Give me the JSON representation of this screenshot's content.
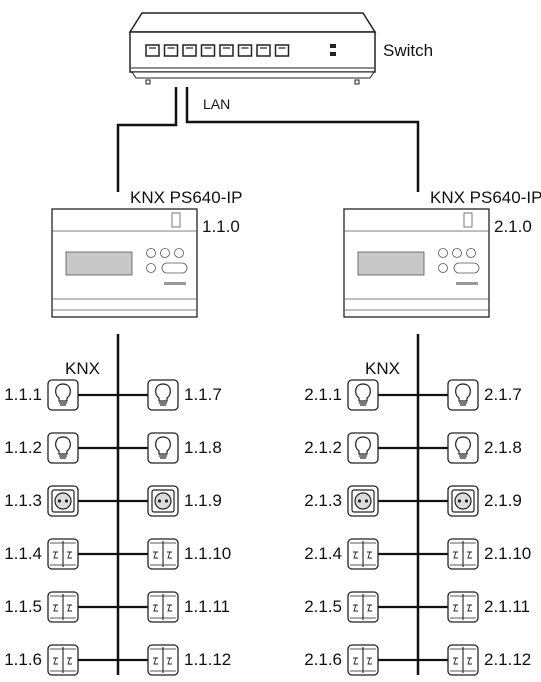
{
  "switch": {
    "label": "Switch"
  },
  "lan": {
    "label": "LAN"
  },
  "lines": [
    {
      "device": "KNX PS640-IP",
      "address": "1.1.0",
      "bus": "KNX",
      "left": [
        {
          "address": "1.1.1",
          "type": "lamp"
        },
        {
          "address": "1.1.2",
          "type": "lamp"
        },
        {
          "address": "1.1.3",
          "type": "socket"
        },
        {
          "address": "1.1.4",
          "type": "switch"
        },
        {
          "address": "1.1.5",
          "type": "switch"
        },
        {
          "address": "1.1.6",
          "type": "switch"
        }
      ],
      "right": [
        {
          "address": "1.1.7",
          "type": "lamp"
        },
        {
          "address": "1.1.8",
          "type": "lamp"
        },
        {
          "address": "1.1.9",
          "type": "socket"
        },
        {
          "address": "1.1.10",
          "type": "switch"
        },
        {
          "address": "1.1.11",
          "type": "switch"
        },
        {
          "address": "1.1.12",
          "type": "switch"
        }
      ]
    },
    {
      "device": "KNX PS640-IP",
      "address": "2.1.0",
      "bus": "KNX",
      "left": [
        {
          "address": "2.1.1",
          "type": "lamp"
        },
        {
          "address": "2.1.2",
          "type": "lamp"
        },
        {
          "address": "2.1.3",
          "type": "socket"
        },
        {
          "address": "2.1.4",
          "type": "switch"
        },
        {
          "address": "2.1.5",
          "type": "switch"
        },
        {
          "address": "2.1.6",
          "type": "switch"
        }
      ],
      "right": [
        {
          "address": "2.1.7",
          "type": "lamp"
        },
        {
          "address": "2.1.8",
          "type": "lamp"
        },
        {
          "address": "2.1.9",
          "type": "socket"
        },
        {
          "address": "2.1.10",
          "type": "switch"
        },
        {
          "address": "2.1.11",
          "type": "switch"
        },
        {
          "address": "2.1.12",
          "type": "switch"
        }
      ]
    }
  ]
}
